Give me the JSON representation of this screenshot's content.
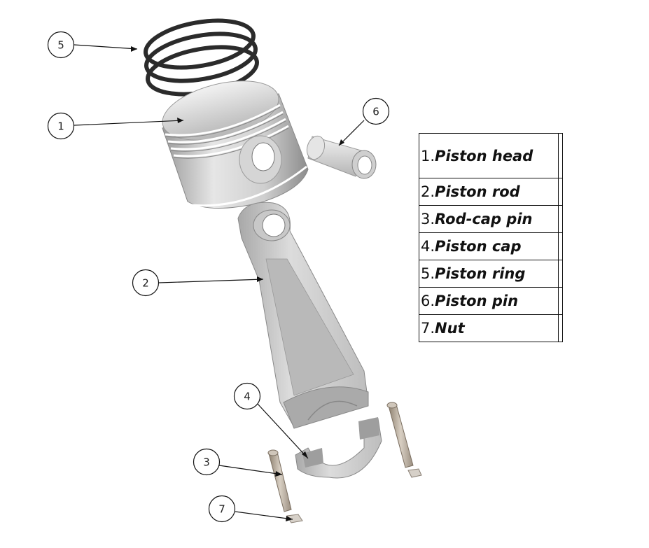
{
  "balloons": [
    {
      "id": "b5",
      "label": "5"
    },
    {
      "id": "b1",
      "label": "1"
    },
    {
      "id": "b6",
      "label": "6"
    },
    {
      "id": "b2",
      "label": "2"
    },
    {
      "id": "b4",
      "label": "4"
    },
    {
      "id": "b3",
      "label": "3"
    },
    {
      "id": "b7",
      "label": "7"
    }
  ],
  "bom": {
    "rows": [
      {
        "num": "1.",
        "name": "Piston head"
      },
      {
        "num": "2.",
        "name": "Piston rod"
      },
      {
        "num": "3.",
        "name": "Rod-cap pin"
      },
      {
        "num": "4.",
        "name": "Piston cap"
      },
      {
        "num": "5.",
        "name": "Piston ring"
      },
      {
        "num": "6.",
        "name": "Piston pin"
      },
      {
        "num": "7.",
        "name": "Nut"
      }
    ]
  }
}
